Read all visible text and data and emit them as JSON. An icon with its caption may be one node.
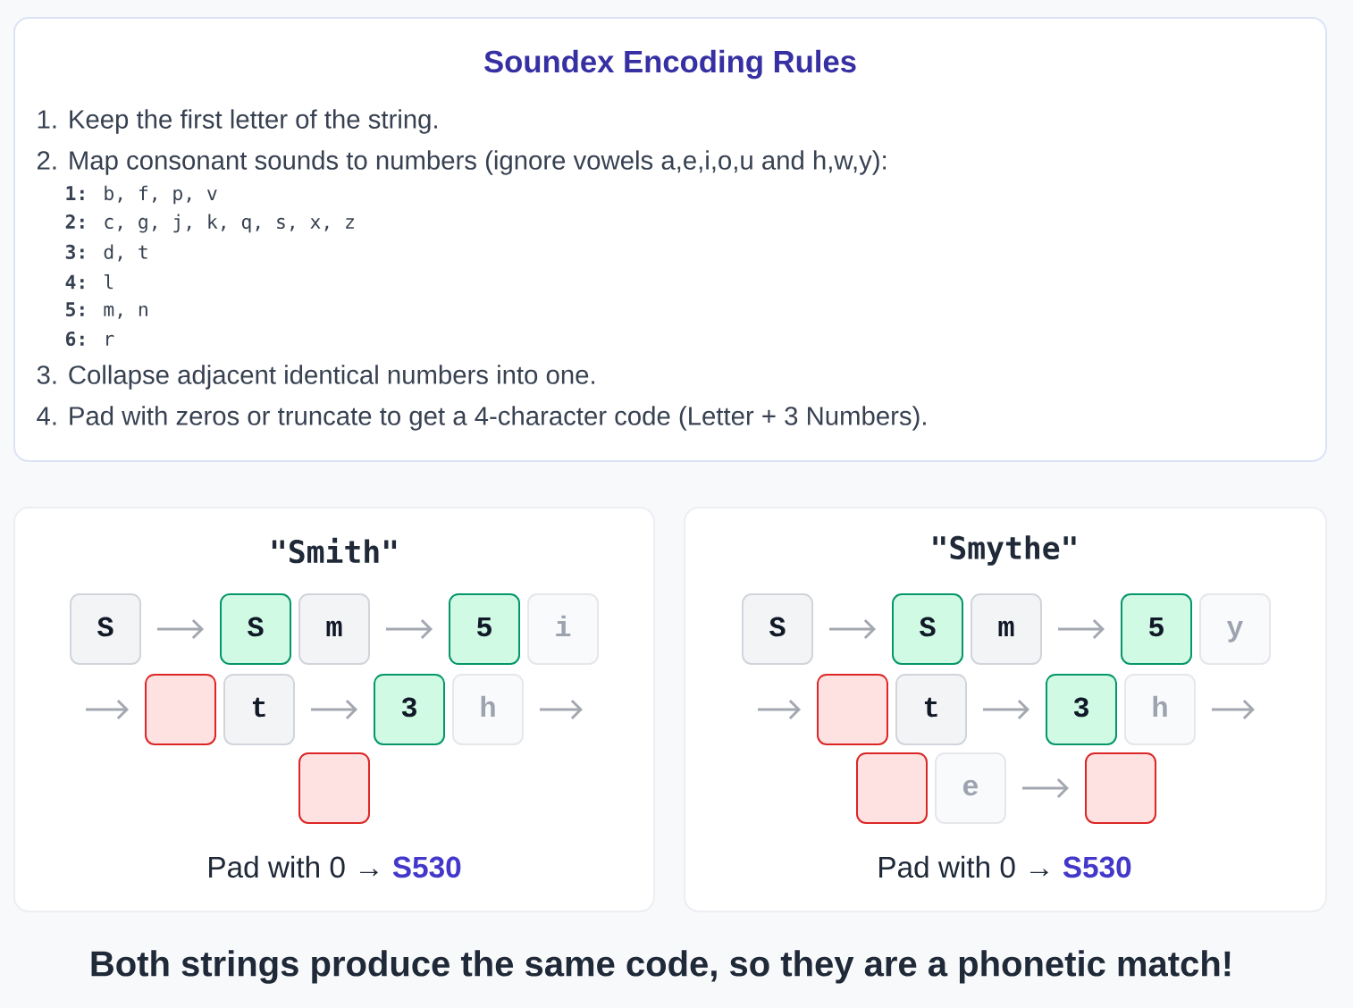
{
  "diagram": {
    "nodes": [
      {
        "text": [
          "Soundex Encoding Rules",
          "1. Keep the first letter of the string.",
          "2. Map consonant sounds to numbers (ignore vowels a,e,i,o,u and h,w,y):",
          "**1:** b, f, p, v",
          "**2:** c, g, j, k, q, s, x, z",
          "**3:** d, t",
          "**4:** l",
          "**5:** m, n",
          "**6:** r",
          "3. Collapse adjacent identical numbers into one.",
          "4. Pad with zeros or truncate to get a 4-character code (Letter + 3 Numbers)."
        ]
      },
      {
        "text": [
          "\"Smith\"",
          "Pad with 0 → **S530**"
        ]
      },
      {
        "text": [
          "S"
        ],
        "in": 1
      },
      {
        "text": [
          "S"
        ],
        "in": 1
      },
      {
        "text": [
          "m"
        ],
        "in": 1
      },
      {
        "text": [
          "5"
        ],
        "in": 1
      },
      {
        "text": [
          "i"
        ],
        "in": 1
      },
      {
        "text": [],
        "shape": "box",
        "in": 1
      },
      {
        "text": [
          "t"
        ],
        "in": 1
      },
      {
        "text": [
          "3"
        ],
        "in": 1
      },
      {
        "text": [
          "h"
        ],
        "in": 1
      },
      {
        "text": [],
        "shape": "box",
        "in": 1
      },
      {
        "text": [
          "\"Smythe\"",
          "Pad with 0 → **S530**"
        ]
      },
      {
        "text": [
          "S"
        ],
        "in": 12
      },
      {
        "text": [
          "S"
        ],
        "in": 12
      },
      {
        "text": [
          "m"
        ],
        "in": 12
      },
      {
        "text": [
          "5"
        ],
        "in": 12
      },
      {
        "text": [
          "y"
        ],
        "in": 12
      },
      {
        "text": [],
        "shape": "box",
        "in": 12
      },
      {
        "text": [
          "t"
        ],
        "in": 12
      },
      {
        "text": [
          "3"
        ],
        "in": 12
      },
      {
        "text": [
          "h"
        ],
        "in": 12
      },
      {
        "text": [],
        "shape": "box",
        "in": 12
      },
      {
        "text": [
          "e"
        ],
        "in": 12
      },
      {
        "text": [],
        "shape": "box",
        "in": 12
      }
    ],
    "edges": [
      {
        "from": 2,
        "to": 3,
        "arrow": "to"
      },
      {
        "from": 4,
        "to": 5,
        "arrow": "to"
      },
      {
        "from": null,
        "to": 7,
        "arrow": "to"
      },
      {
        "from": 8,
        "to": 9,
        "arrow": "to"
      },
      {
        "from": 10,
        "to": null,
        "arrow": "to"
      },
      {
        "from": 13,
        "to": 14,
        "arrow": "to"
      },
      {
        "from": 15,
        "to": 16,
        "arrow": "to"
      },
      {
        "from": null,
        "to": 18,
        "arrow": "to"
      },
      {
        "from": 19,
        "to": 20,
        "arrow": "to"
      },
      {
        "from": 21,
        "to": null,
        "arrow": "to"
      },
      {
        "from": 23,
        "to": 24,
        "arrow": "to"
      }
    ],
    "caption": "Both strings produce the same code, so they are a phonetic match!"
  }
}
